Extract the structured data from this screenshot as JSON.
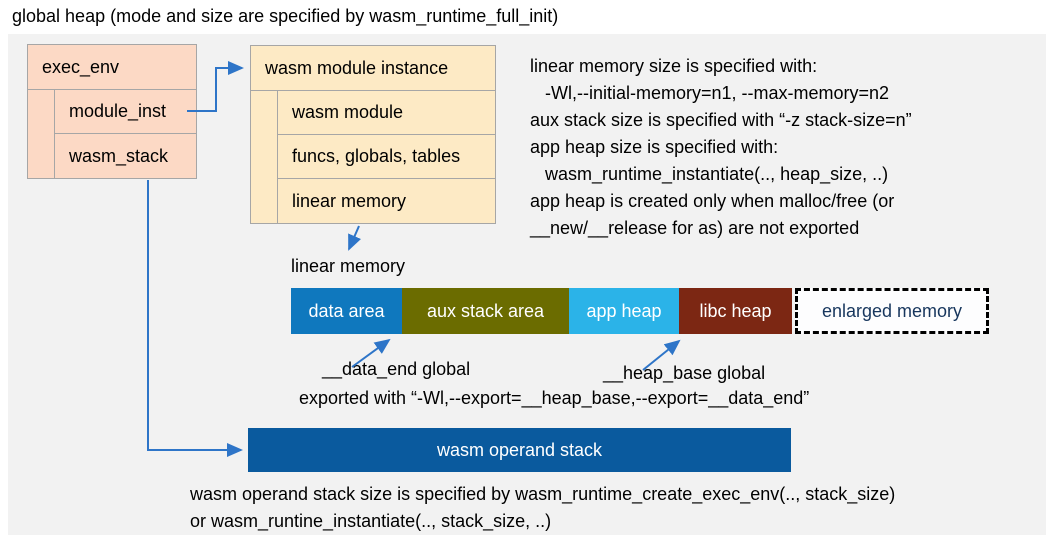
{
  "title": "global heap (mode and size are specified by wasm_runtime_full_init)",
  "exec_env": {
    "header": "exec_env",
    "rows": [
      "module_inst",
      "wasm_stack"
    ],
    "bg": "#fcd9c5"
  },
  "module_instance": {
    "header": "wasm module instance",
    "rows": [
      "wasm module",
      "funcs, globals, tables",
      "linear memory"
    ],
    "bg": "#fdeac5"
  },
  "notes_right": {
    "lines": [
      "linear memory size is specified with:",
      "   -Wl,--initial-memory=n1, --max-memory=n2",
      "aux stack size is specified with “-z stack-size=n”",
      "app heap size is specified with:",
      "   wasm_runtime_instantiate(.., heap_size, ..)",
      "app heap is created only when malloc/free (or",
      "__new/__release for as) are not exported"
    ]
  },
  "linear_memory": {
    "label": "linear memory",
    "segments": [
      {
        "label": "data area",
        "color": "#0f78be",
        "text_color": "#ffffff"
      },
      {
        "label": "aux stack area",
        "color": "#6b6c00",
        "text_color": "#ffffff"
      },
      {
        "label": "app heap",
        "color": "#2bb3e8",
        "text_color": "#ffffff"
      },
      {
        "label": "libc heap",
        "color": "#7c2713",
        "text_color": "#ffffff"
      },
      {
        "label": "enlarged memory",
        "color": "#fdfdfe",
        "text_color": "#17365d"
      }
    ],
    "annotations": {
      "data_end": "__data_end global",
      "heap_base": "__heap_base global",
      "exported": "exported with “-Wl,--export=__heap_base,--export=__data_end”"
    }
  },
  "operand_stack": {
    "label": "wasm operand stack",
    "bg": "#0a5a9e",
    "notes": [
      "wasm operand stack size is specified by wasm_runtime_create_exec_env(.., stack_size)",
      "or wasm_runtine_instantiate(.., stack_size, ..)"
    ]
  },
  "colors": {
    "panel_bg": "#f2f2f2",
    "arrow_blue": "#2e75c8",
    "border_gray": "#a6a6a6"
  }
}
